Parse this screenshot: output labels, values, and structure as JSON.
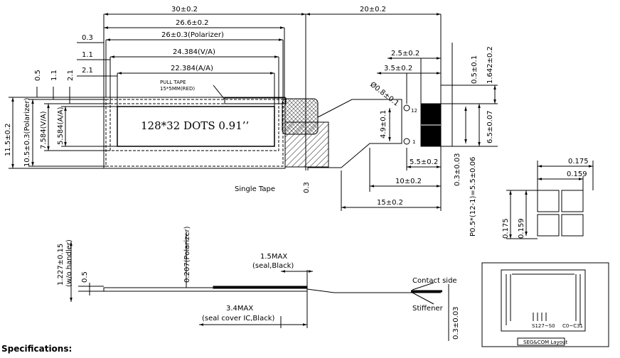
{
  "dimensions": {
    "width_30": "30±0.2",
    "width_20": "20±0.2",
    "width_26_6": "26.6±0.2",
    "width_26_polarizer": "26±0.3(Polarizer)",
    "width_24_384_va": "24.384(V/A)",
    "width_22_384_aa": "22.384(A/A)",
    "left_0_3": "0.3",
    "left_1_1": "1.1",
    "left_2_1": "2.1",
    "top_0_5": "0.5",
    "top_1_1": "1.1",
    "top_2_1": "2.1",
    "height_11_5": "11.5±0.2",
    "height_10_5_polarizer": "10.5±0.3(Polarizer)",
    "height_7_584_va": "7.584(V/A)",
    "height_5_584_aa": "5.584(A/A)",
    "fpc_2_5": "2.5±0.2",
    "fpc_3_5": "3.5±0.2",
    "fpc_hole": "Ø0.8±0.1",
    "fpc_4_9": "4.9±0.1",
    "fpc_5_5": "5.5±0.2",
    "fpc_10": "10±0.2",
    "fpc_15": "15±0.2",
    "right_0_5": "0.5±0.1",
    "right_1_642": "1.642±0.2",
    "right_6_5": "6.5±0.07",
    "right_0_3": "0.3±0.03",
    "right_pitch": "P0.5*(12-1)=5.5±0.06",
    "pad_0_175": "0.175",
    "pad_0_159": "0.159",
    "pad_v_0_175": "0.175",
    "pad_v_0_159": "0.159",
    "tape_0_3": "0.3",
    "side_1_227": "1.227±0.15",
    "side_wo_handler": "(w/o handler)",
    "side_0_5": "0.5",
    "side_0_207": "0.207(Polarizer)",
    "side_1_5max": "1.5MAX",
    "side_seal_black": "(seal,Black)",
    "side_3_4max": "3.4MAX",
    "side_seal_cover": "(seal cover IC,Black)",
    "side_0_3_right": "0.3±0.03"
  },
  "labels": {
    "display_text": "128*32 DOTS 0.91’’",
    "pull_tape_1": "PULL TAPE",
    "pull_tape_2": "15*5MM(RED)",
    "single_tape": "Single Tape",
    "contact_side": "Contact side",
    "stiffener": "Stiffener",
    "pin_12": "12",
    "pin_1": "1",
    "seg_range": "S127~S0",
    "com_range": "C0~C31",
    "layout_caption": "SEG&COM Layout",
    "specifications": "Specifications:"
  }
}
